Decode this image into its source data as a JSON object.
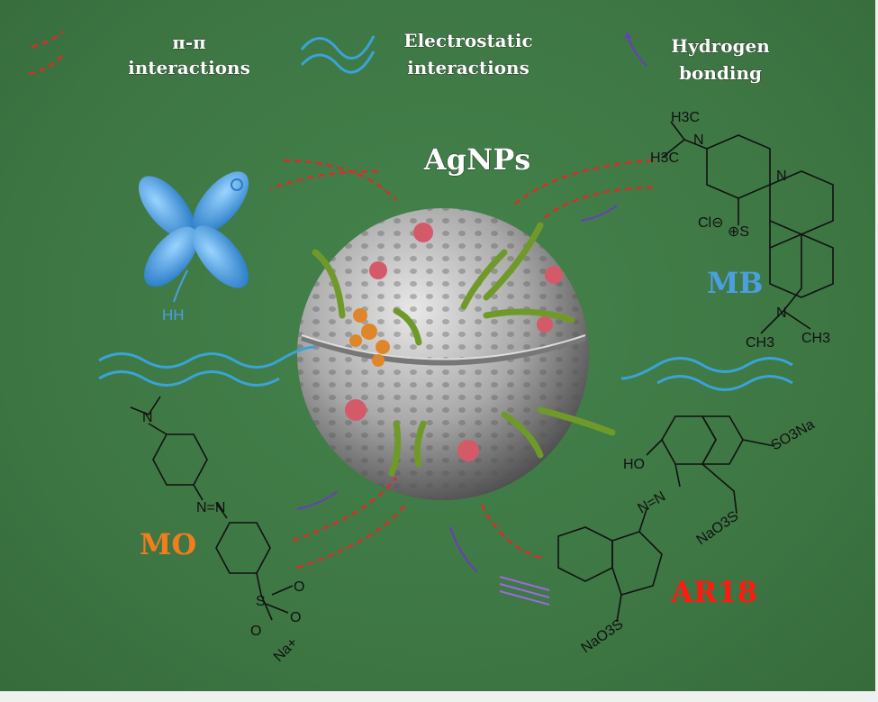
{
  "legend": {
    "pi": {
      "line1": "π-π",
      "line2": "interactions"
    },
    "electrostatic": {
      "line1": "Electrostatic",
      "line2": "interactions"
    },
    "hydrogen": {
      "line1": "Hydrogen",
      "line2": "bonding"
    }
  },
  "nanoparticle": {
    "label": "AgNPs"
  },
  "orbital": {
    "label": "HH"
  },
  "dyes": {
    "mb": {
      "label": "MB",
      "color": "#4a9fe0",
      "h3c_top": "H3C",
      "h3c_mid": "H3C",
      "n_top": "N",
      "n_ring": "N",
      "cl": "Cl⊖",
      "s": "⊕S",
      "n_bottom": "N",
      "ch3_left": "CH3",
      "ch3_right": "CH3"
    },
    "mo": {
      "label": "MO",
      "color": "#f07d1e",
      "n_top": "N",
      "azo": "N=N",
      "s": "S",
      "o1": "O",
      "o2": "O",
      "o3": "O",
      "na": "Na+"
    },
    "ar18": {
      "label": "AR18",
      "color": "#ff1a10",
      "ho": "HO",
      "azo": "N=N",
      "so3na": "SO3Na",
      "nao3s_mid": "NaO3S",
      "nao3s_bottom": "NaO3S"
    }
  },
  "colors": {
    "background": "#3f7a46",
    "pi": "#e02a25",
    "electrostatic": "#3aa3d8",
    "hydrogen": "#6a3cc0"
  }
}
